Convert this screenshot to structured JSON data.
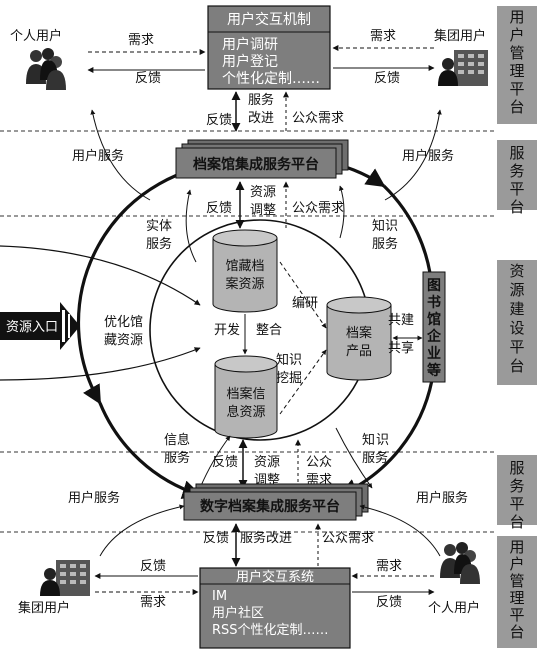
{
  "top": {
    "box_title": "用户交互机制",
    "box_items": [
      "用户调研",
      "用户登记",
      "个性化定制……"
    ],
    "left_user": "个人用户",
    "right_user": "集团用户",
    "left_need": "需求",
    "left_feedback": "反馈",
    "right_need": "需求",
    "right_feedback": "反馈",
    "down_feedback": "反馈",
    "service_improve": [
      "服务",
      "改进"
    ],
    "public_demand": "公众需求"
  },
  "archive_platform": {
    "label": "档案馆集成服务平台",
    "user_service_left": "用户服务",
    "user_service_right": "用户服务",
    "feedback": "反馈",
    "resource_adjust": [
      "资源",
      "调整"
    ],
    "public_demand": "公众需求"
  },
  "circle": {
    "entity_service": [
      "实体",
      "服务"
    ],
    "knowledge_service": [
      "知识",
      "服务"
    ],
    "resource_entry": "资源入口",
    "optimize": [
      "优化馆",
      "藏资源"
    ],
    "cyl_collection": [
      "馆藏档",
      "案资源"
    ],
    "cyl_info": [
      "档案信",
      "息资源"
    ],
    "cyl_product": [
      "档案",
      "产品"
    ],
    "develop": "开发",
    "integrate": "整合",
    "edit": "编研",
    "knowledge_mining": [
      "知识",
      "挖掘"
    ],
    "co_build": [
      "共建",
      "共享"
    ],
    "vertical_box": "图书馆企业等",
    "info_service": [
      "信息",
      "服务"
    ],
    "knowledge_service_bottom": [
      "知",
      "识",
      "服务"
    ]
  },
  "digital_platform": {
    "label": "数字档案集成服务平台",
    "feedback": "反馈",
    "resource_adjust": [
      "资源",
      "调整"
    ],
    "public_demand": [
      "公众",
      "需求"
    ],
    "user_service_left": "用户服务",
    "user_service_right": "用户服务"
  },
  "bottom": {
    "feedback_up": "反馈",
    "service_improve": "服务改进",
    "public_demand": "公众需求",
    "box_title": "用户交互系统",
    "box_items": [
      "IM",
      "用户社区",
      "RSS个性化定制……"
    ],
    "left_user": "集团用户",
    "right_user": "个人用户",
    "left_feedback": "反馈",
    "left_need": "需求",
    "right_need": "需求",
    "right_feedback": "反馈"
  },
  "side_labels": [
    {
      "name": "user-mgmt-top",
      "chars": [
        "用",
        "户",
        "管",
        "理",
        "平",
        "台"
      ]
    },
    {
      "name": "service-top",
      "chars": [
        "服",
        "务",
        "平",
        "台"
      ]
    },
    {
      "name": "resource-build",
      "chars": [
        "资",
        "源",
        "建",
        "设",
        "平",
        "台"
      ]
    },
    {
      "name": "service-bottom",
      "chars": [
        "服",
        "务",
        "平",
        "台"
      ]
    },
    {
      "name": "user-mgmt-bottom",
      "chars": [
        "用",
        "户",
        "管",
        "理",
        "平",
        "台"
      ]
    }
  ],
  "colors": {
    "box_fill": "#7e7e7e",
    "side_fill": "#9a9a9a",
    "cyl_fill": "#b4b4b4",
    "line": "#111111"
  }
}
